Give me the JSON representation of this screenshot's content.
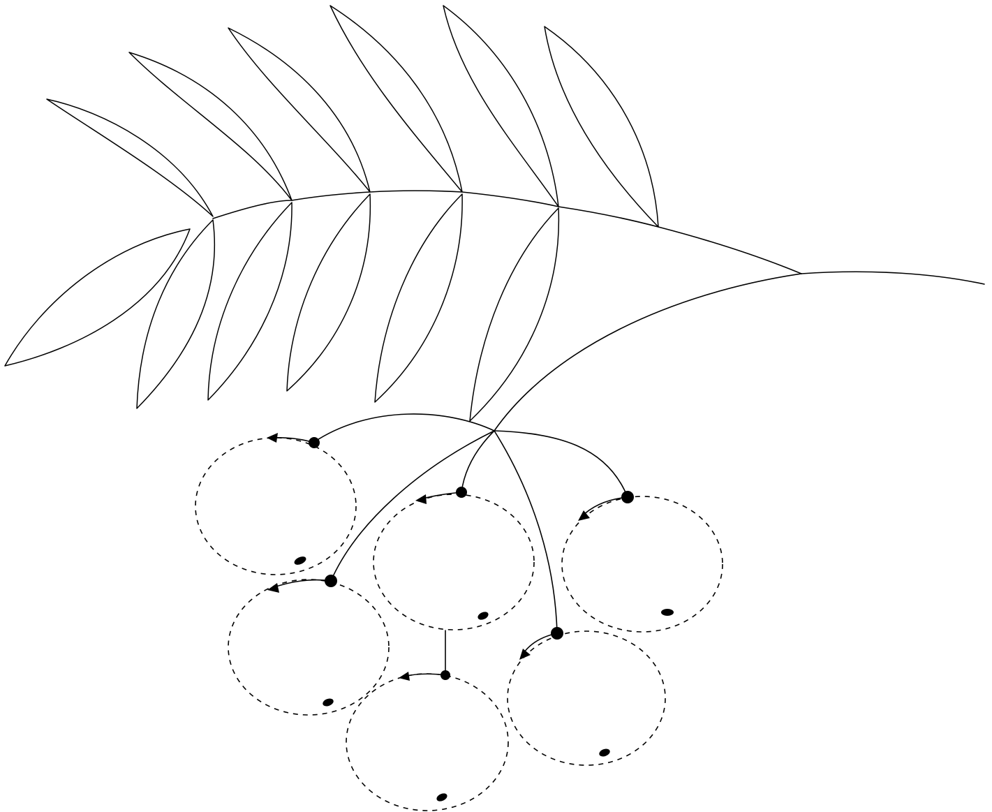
{
  "figure": {
    "leaf": {
      "leaflet_pairs": 5,
      "terminal_leaflets": 2
    },
    "berries": {
      "count": 6,
      "outline_style": "dashed"
    },
    "colors": {
      "ink": "#000000",
      "background": "#ffffff"
    }
  }
}
